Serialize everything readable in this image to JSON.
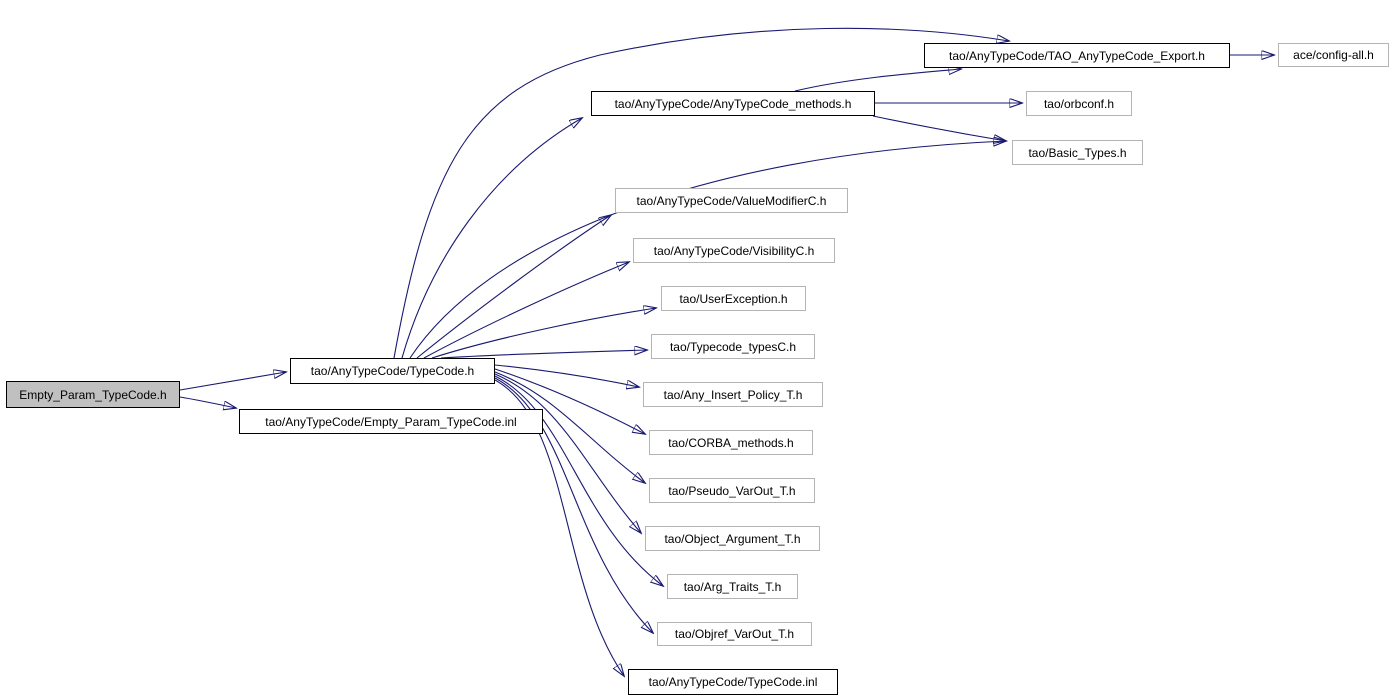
{
  "diagram": {
    "kind": "include-dependency-graph",
    "colors": {
      "background": "#ffffff",
      "edge": "#191970",
      "root_fill": "#c0c0c0",
      "primary_node_border": "#000000",
      "secondary_node_border": "#b4b4b4",
      "text": "#000000"
    }
  },
  "nodes": [
    {
      "id": "root",
      "label": "Empty_Param_TypeCode.h"
    },
    {
      "id": "typecode_h",
      "label": "tao/AnyTypeCode/TypeCode.h"
    },
    {
      "id": "empty_param_inl",
      "label": "tao/AnyTypeCode/Empty_Param_TypeCode.inl"
    },
    {
      "id": "methods_h",
      "label": "tao/AnyTypeCode/AnyTypeCode_methods.h"
    },
    {
      "id": "export_h",
      "label": "tao/AnyTypeCode/TAO_AnyTypeCode_Export.h"
    },
    {
      "id": "config_all_h",
      "label": "ace/config-all.h"
    },
    {
      "id": "orbconf_h",
      "label": "tao/orbconf.h"
    },
    {
      "id": "basic_types_h",
      "label": "tao/Basic_Types.h"
    },
    {
      "id": "valuemodifier_h",
      "label": "tao/AnyTypeCode/ValueModifierC.h"
    },
    {
      "id": "visibility_h",
      "label": "tao/AnyTypeCode/VisibilityC.h"
    },
    {
      "id": "userexception_h",
      "label": "tao/UserException.h"
    },
    {
      "id": "typecode_types_h",
      "label": "tao/Typecode_typesC.h"
    },
    {
      "id": "any_insert_h",
      "label": "tao/Any_Insert_Policy_T.h"
    },
    {
      "id": "corba_methods_h",
      "label": "tao/CORBA_methods.h"
    },
    {
      "id": "pseudo_varout_h",
      "label": "tao/Pseudo_VarOut_T.h"
    },
    {
      "id": "object_arg_h",
      "label": "tao/Object_Argument_T.h"
    },
    {
      "id": "arg_traits_h",
      "label": "tao/Arg_Traits_T.h"
    },
    {
      "id": "objref_varout_h",
      "label": "tao/Objref_VarOut_T.h"
    },
    {
      "id": "typecode_inl",
      "label": "tao/AnyTypeCode/TypeCode.inl"
    }
  ],
  "edges": [
    {
      "from": "Empty_Param_TypeCode.h",
      "to": "tao/AnyTypeCode/TypeCode.h"
    },
    {
      "from": "Empty_Param_TypeCode.h",
      "to": "tao/AnyTypeCode/Empty_Param_TypeCode.inl"
    },
    {
      "from": "tao/AnyTypeCode/TypeCode.h",
      "to": "tao/AnyTypeCode/TAO_AnyTypeCode_Export.h"
    },
    {
      "from": "tao/AnyTypeCode/TypeCode.h",
      "to": "tao/AnyTypeCode/AnyTypeCode_methods.h"
    },
    {
      "from": "tao/AnyTypeCode/TypeCode.h",
      "to": "tao/Basic_Types.h"
    },
    {
      "from": "tao/AnyTypeCode/TypeCode.h",
      "to": "tao/AnyTypeCode/ValueModifierC.h"
    },
    {
      "from": "tao/AnyTypeCode/TypeCode.h",
      "to": "tao/AnyTypeCode/VisibilityC.h"
    },
    {
      "from": "tao/AnyTypeCode/TypeCode.h",
      "to": "tao/UserException.h"
    },
    {
      "from": "tao/AnyTypeCode/TypeCode.h",
      "to": "tao/Typecode_typesC.h"
    },
    {
      "from": "tao/AnyTypeCode/TypeCode.h",
      "to": "tao/Any_Insert_Policy_T.h"
    },
    {
      "from": "tao/AnyTypeCode/TypeCode.h",
      "to": "tao/CORBA_methods.h"
    },
    {
      "from": "tao/AnyTypeCode/TypeCode.h",
      "to": "tao/Pseudo_VarOut_T.h"
    },
    {
      "from": "tao/AnyTypeCode/TypeCode.h",
      "to": "tao/Object_Argument_T.h"
    },
    {
      "from": "tao/AnyTypeCode/TypeCode.h",
      "to": "tao/Arg_Traits_T.h"
    },
    {
      "from": "tao/AnyTypeCode/TypeCode.h",
      "to": "tao/Objref_VarOut_T.h"
    },
    {
      "from": "tao/AnyTypeCode/TypeCode.h",
      "to": "tao/AnyTypeCode/TypeCode.inl"
    },
    {
      "from": "tao/AnyTypeCode/AnyTypeCode_methods.h",
      "to": "tao/AnyTypeCode/TAO_AnyTypeCode_Export.h"
    },
    {
      "from": "tao/AnyTypeCode/AnyTypeCode_methods.h",
      "to": "tao/orbconf.h"
    },
    {
      "from": "tao/AnyTypeCode/AnyTypeCode_methods.h",
      "to": "tao/Basic_Types.h"
    },
    {
      "from": "tao/AnyTypeCode/TAO_AnyTypeCode_Export.h",
      "to": "ace/config-all.h"
    }
  ]
}
